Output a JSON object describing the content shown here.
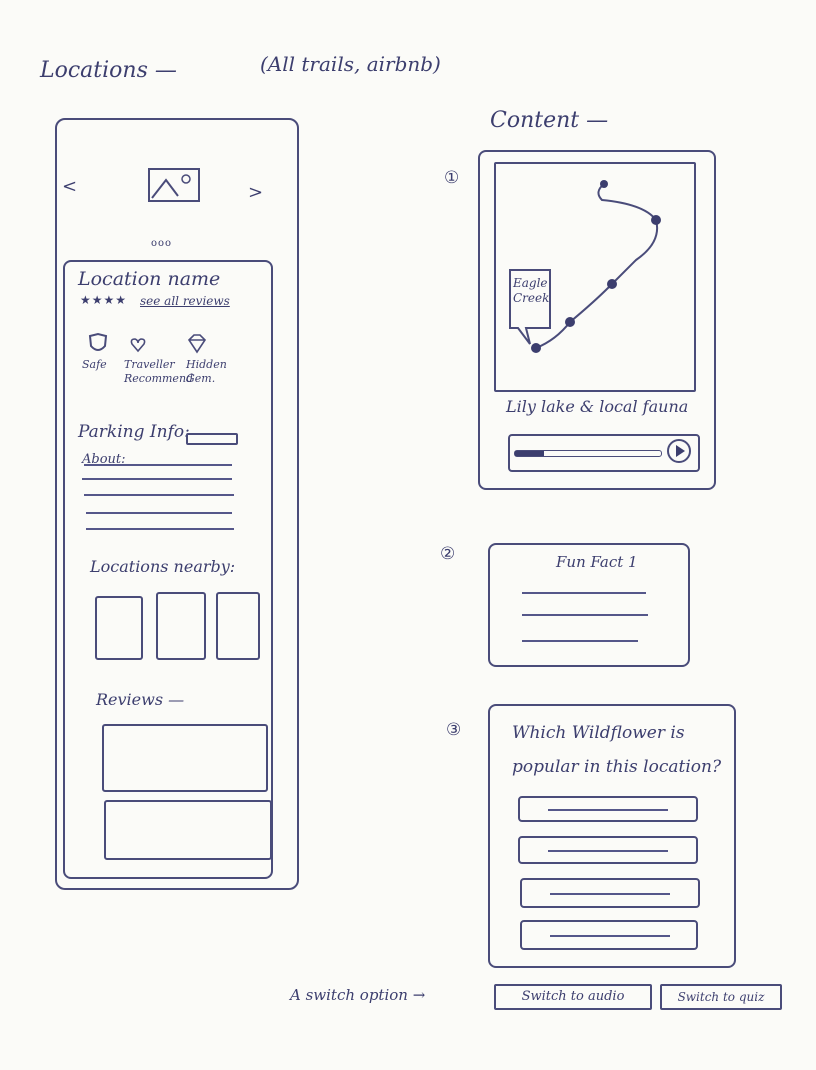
{
  "header": {
    "locations_label": "Locations —",
    "reference_note": "(All trails, airbnb)",
    "content_label": "Content —"
  },
  "phone": {
    "carousel": {
      "prev": "<",
      "next": ">",
      "dots": "ooo"
    },
    "location_name": "Location name",
    "rating_stars": "★★★★",
    "see_all_reviews": "see all reviews",
    "features": [
      {
        "label": "Safe",
        "icon": "shield-icon"
      },
      {
        "label": "Traveller Recommend",
        "icon": "heart-icon"
      },
      {
        "label": "Hidden Gem.",
        "icon": "gem-icon"
      }
    ],
    "parking_label": "Parking Info:",
    "about_label": "About:",
    "nearby_label": "Locations nearby:",
    "reviews_label": "Reviews —"
  },
  "content": {
    "markers": [
      "①",
      "②",
      "③"
    ],
    "map": {
      "callout": "Eagle Creek",
      "caption": "Lily lake & local fauna",
      "audio_progress": 0.2
    },
    "fun_fact": {
      "title": "Fun Fact 1"
    },
    "quiz": {
      "question": "Which Wildflower is popular in this location?",
      "option_count": 4
    }
  },
  "footer": {
    "switch_note": "A switch option →",
    "switch_audio": "Switch to audio",
    "switch_quiz": "Switch to quiz"
  }
}
